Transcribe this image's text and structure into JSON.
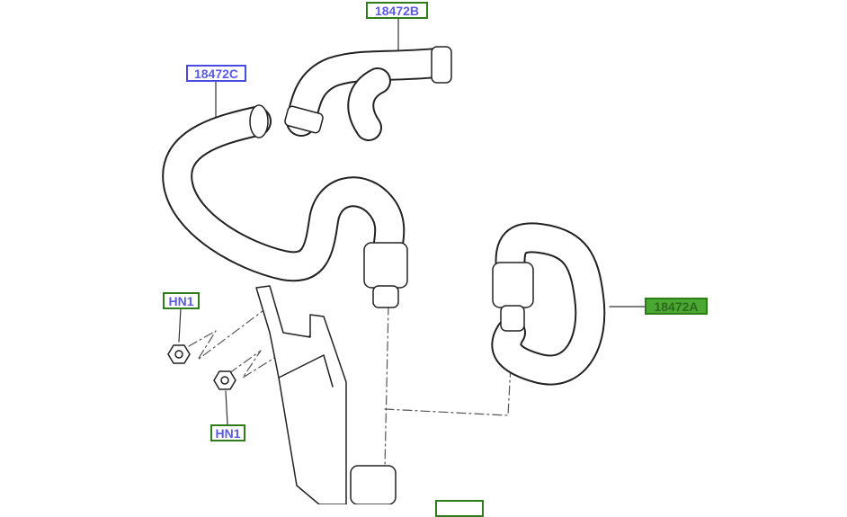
{
  "callouts": {
    "b": "18472B",
    "c": "18472C",
    "hn1_top": "HN1",
    "hn1_bottom": "HN1",
    "a": "18472A",
    "partial": ""
  },
  "colors": {
    "selected_fill": "#4aa832",
    "label_border": "#2e7d1a",
    "label_text": "#5a5ae6"
  }
}
